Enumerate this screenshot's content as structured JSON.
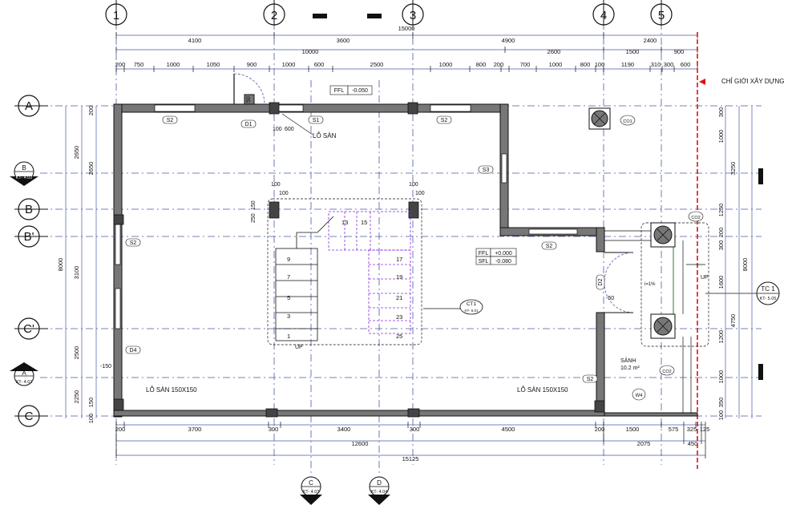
{
  "grid": {
    "vertical": [
      "1",
      "2",
      "3",
      "4",
      "5"
    ],
    "horizontal": [
      "A",
      "B",
      "B",
      "B'",
      "C'",
      "A",
      "C"
    ]
  },
  "section_markers": {
    "b_top": {
      "letter": "B",
      "ref": "KT- 4.02"
    },
    "a_bottom": {
      "letter": "A",
      "ref": "KT- 4.01"
    },
    "c_bottom": {
      "letter": "C",
      "ref": "KT- 4.03"
    },
    "d_bottom": {
      "letter": "D",
      "ref": "KT- 4.04"
    },
    "tc1": {
      "letter": "TC 1",
      "ref": "KT- 5.05"
    },
    "ct1": {
      "letter": "CT1",
      "ref": "KT- 6.01"
    }
  },
  "dims_top": {
    "row1": [
      "4100",
      "3600",
      "15000",
      "4900",
      "2400"
    ],
    "row2": [
      "10000",
      "2600",
      "1500",
      "900"
    ],
    "row3": [
      "200",
      "750",
      "1000",
      "1050",
      "900",
      "1000",
      "600",
      "2500",
      "1000",
      "800",
      "200",
      "700",
      "1000",
      "800",
      "100",
      "1190",
      "310",
      "300",
      "600"
    ]
  },
  "dims_bottom": {
    "row1": [
      "200",
      "3700",
      "300",
      "3400",
      "300",
      "4500",
      "200",
      "1500",
      "575",
      "325",
      "125"
    ],
    "row2": [
      "12600",
      "2075",
      "450"
    ],
    "row3": [
      "15125"
    ]
  },
  "dims_left": {
    "outer": [
      "8000"
    ],
    "mid": [
      "2650",
      "3100",
      "2500",
      "2250"
    ],
    "inner": [
      "200",
      "150",
      "100"
    ],
    "gap": [
      "2650"
    ]
  },
  "dims_right": {
    "outer": [
      "8000"
    ],
    "mid": [
      "3250",
      "4750"
    ],
    "inner": [
      "300",
      "1000",
      "1250",
      "200",
      "300",
      "1600",
      "1200",
      "1000",
      "350",
      "100"
    ]
  },
  "labels": {
    "boundary": "CHỈ GIỚI XÂY DỰNG",
    "ffl_top": "FFL",
    "ffl_top_val": "-0.050",
    "ffl_main": "FFL",
    "ffl_main_val": "+0.000",
    "sfl_main": "SFL",
    "sfl_main_val": "-0.080",
    "lo_san": "LỖ SÀN",
    "lo_san_left": "LỖ SÀN 150X150",
    "lo_san_right": "LỖ SÀN 150X150",
    "sanh": "SẢNH",
    "sanh_area": "10.2 m²",
    "up": "UP",
    "up2": "UP",
    "slope": "i=1%",
    "lvl_150": "-150",
    "lvl_50": "-50",
    "dim_100": "100",
    "dim_600": "600",
    "dim_150a": "150",
    "dim_250": "250",
    "dim_100b": "100",
    "dim_100c": "100",
    "dim_50": "50"
  },
  "tags": {
    "s2_top_left": "S2",
    "s1": "S1",
    "s2_top_right": "S2",
    "s3": "S3",
    "s2_left": "S2",
    "s2_mid": "S2",
    "s2_right": "S2",
    "d1": "D1",
    "d2": "D2",
    "d4": "D4",
    "w4": "W4",
    "co1": "CO1",
    "co2a": "CO2",
    "co2b": "CO2"
  },
  "stairs": [
    "1",
    "3",
    "5",
    "7",
    "9",
    "13",
    "15",
    "17",
    "19",
    "21",
    "23",
    "25"
  ]
}
